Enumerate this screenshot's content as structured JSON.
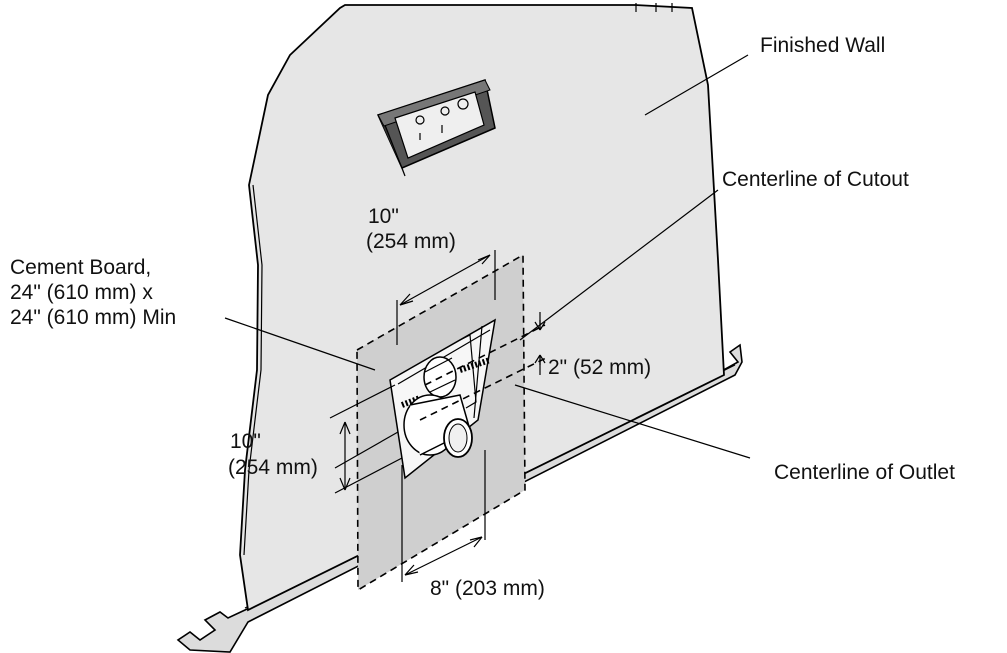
{
  "labels": {
    "finished_wall": "Finished Wall",
    "centerline_cutout": "Centerline of Cutout",
    "cement_board_line1": "Cement Board,",
    "cement_board_line2": "24\" (610 mm) x",
    "cement_board_line3": "24\" (610 mm) Min",
    "top_width_line1": "10\"",
    "top_width_line2": "(254 mm)",
    "offset": "2\" (52 mm)",
    "height_line1": "10\"",
    "height_line2": "(254 mm)",
    "centerline_outlet": "Centerline of Outlet",
    "bottom_width": "8\" (203 mm)"
  },
  "colors": {
    "wall": "#e6e6e6",
    "cement_board": "#cfcfcf",
    "line": "#000000"
  }
}
